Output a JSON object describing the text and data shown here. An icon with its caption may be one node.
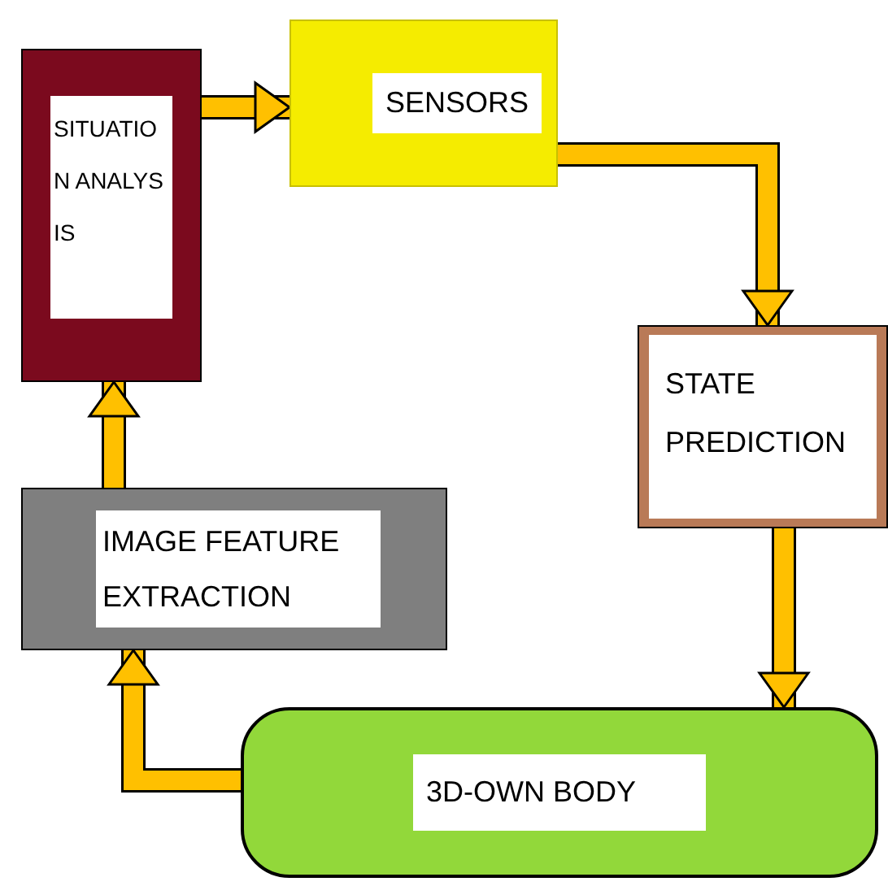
{
  "diagram": {
    "nodes": [
      {
        "text": [
          "SITUATION ANALYSIS"
        ]
      },
      {
        "text": [
          "SENSORS"
        ]
      },
      {
        "text": [
          "STATE PREDICTION"
        ]
      },
      {
        "text": [
          "IMAGE FEATURE EXTRACTION"
        ]
      },
      {
        "text": [
          "3D-OWN BODY"
        ]
      }
    ],
    "edges": [
      {
        "from": 0,
        "to": 1,
        "arrow": "to"
      },
      {
        "from": 1,
        "to": 2,
        "arrow": "to"
      },
      {
        "from": 2,
        "to": 4,
        "arrow": "to"
      },
      {
        "from": 4,
        "to": 3,
        "arrow": "to"
      },
      {
        "from": 3,
        "to": 0,
        "arrow": "to"
      }
    ]
  }
}
